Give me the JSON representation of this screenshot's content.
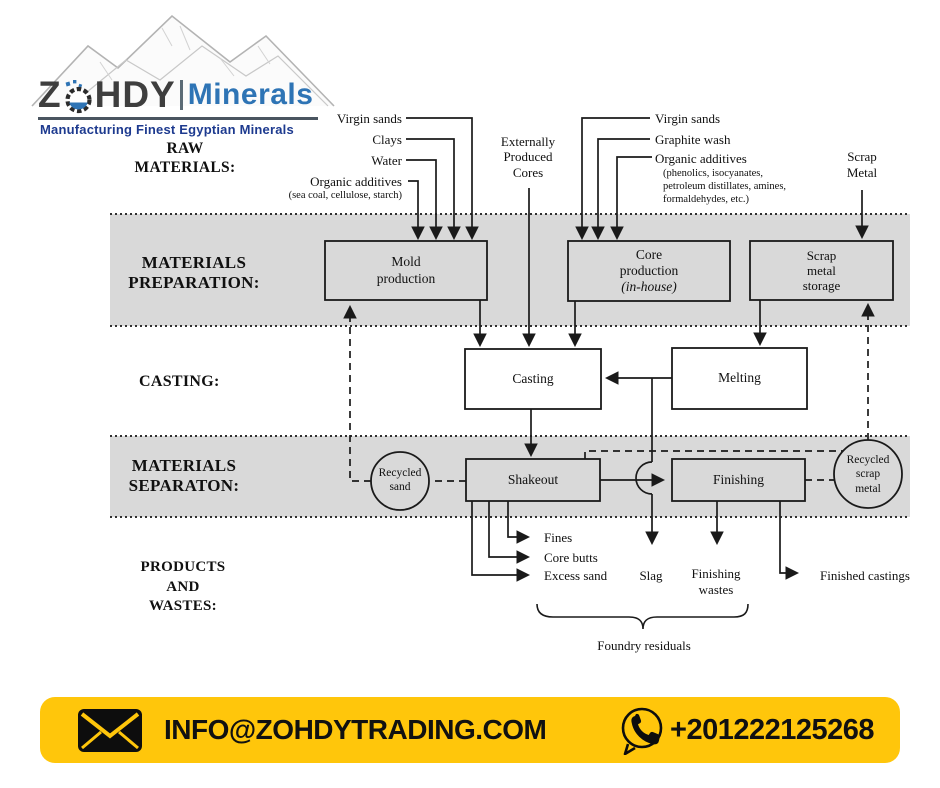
{
  "logo": {
    "brand_primary_start": "Z",
    "brand_primary_end": "HDY",
    "brand_secondary": "Minerals",
    "tagline": "Manufacturing Finest Egyptian Minerals"
  },
  "colors": {
    "band_gray": "#d9d9d9",
    "footer_yellow": "#ffc60b",
    "brand_blue": "#2e74b5",
    "tagline_navy": "#1d3a8f",
    "line_black": "#1a1a1a"
  },
  "icons": {
    "flask": "flask-gear-icon",
    "mountains": "mountain-sketch",
    "envelope": "envelope-icon",
    "phone": "phone-icon"
  },
  "diagram": {
    "sections": {
      "raw_materials": [
        "RAW",
        "MATERIALS:"
      ],
      "materials_preparation": [
        "MATERIALS",
        "PREPARATION:"
      ],
      "casting": "CASTING:",
      "materials_separation": [
        "MATERIALS",
        "SEPARATON:"
      ],
      "products_wastes": [
        "PRODUCTS",
        "AND",
        "WASTES:"
      ]
    },
    "inputs_left": {
      "virgin_sands": "Virgin sands",
      "clays": "Clays",
      "water": "Water",
      "organic_additives": "Organic additives",
      "organic_additives_detail": "(sea coal, cellulose, starch)"
    },
    "external_cores": [
      "Externally",
      "Produced",
      "Cores"
    ],
    "inputs_right": {
      "virgin_sands": "Virgin sands",
      "graphite_wash": "Graphite wash",
      "organic_additives": "Organic additives",
      "detail_1": "(phenolics, isocyanates,",
      "detail_2": "petroleum distillates, amines,",
      "detail_3": "formaldehydes, etc.)"
    },
    "scrap_metal": [
      "Scrap",
      "Metal"
    ],
    "boxes": {
      "mold_production": [
        "Mold",
        "production"
      ],
      "core_production": [
        "Core",
        "production",
        "(in-house)"
      ],
      "scrap_metal_storage": [
        "Scrap",
        "metal",
        "storage"
      ],
      "casting": "Casting",
      "melting": "Melting",
      "shakeout": "Shakeout",
      "finishing": "Finishing"
    },
    "circles": {
      "recycled_sand": [
        "Recycled",
        "sand"
      ],
      "recycled_scrap_metal": [
        "Recycled",
        "scrap",
        "metal"
      ]
    },
    "outputs": {
      "fines": "Fines",
      "core_butts": "Core butts",
      "excess_sand": "Excess sand",
      "slag": "Slag",
      "finishing_wastes": [
        "Finishing",
        "wastes"
      ],
      "finished_castings": "Finished castings",
      "foundry_residuals": "Foundry residuals"
    }
  },
  "footer": {
    "email": "INFO@ZOHDYTRADING.COM",
    "phone": "+201222125268"
  }
}
